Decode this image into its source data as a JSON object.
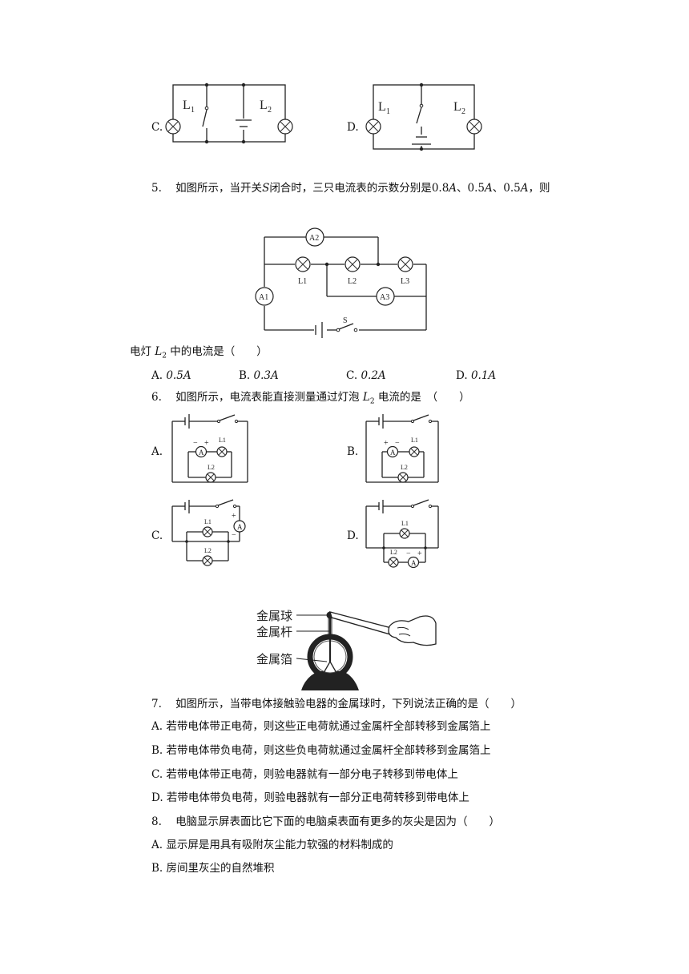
{
  "fig4": {
    "opt_c": "C.",
    "opt_d": "D.",
    "l1": "L",
    "l1_sub": "1",
    "l2": "L",
    "l2_sub": "2"
  },
  "q5": {
    "number": "5.",
    "stem_a": "如图所示，当开关",
    "s": "S",
    "stem_b": "闭合时，三只电流表的示数分别是",
    "v1": "0.8",
    "v2": "0.5",
    "v3": "0.5",
    "unit": "A",
    "sep": "、",
    "stem_c": "，则",
    "line2_a": "电灯",
    "line2_l": "L",
    "line2_sub": "2",
    "line2_b": "中的电流是（　　）",
    "fig": {
      "a1": "A1",
      "a2": "A2",
      "a3": "A3",
      "l1": "L1",
      "l2": "L2",
      "l3": "L3",
      "s": "S"
    },
    "options": [
      {
        "key": "A.",
        "val": "0.5A"
      },
      {
        "key": "B.",
        "val": "0.3A"
      },
      {
        "key": "C.",
        "val": "0.2A"
      },
      {
        "key": "D.",
        "val": "0.1A"
      }
    ]
  },
  "q6": {
    "number": "6.",
    "stem_a": "如图所示，电流表能直接测量通过灯泡",
    "l": "L",
    "sub": "2",
    "stem_b": "电流的是　（　　）",
    "opt_a": "A.",
    "opt_b": "B.",
    "opt_c": "C.",
    "opt_d": "D.",
    "meter": "A",
    "plus": "+",
    "minus": "−",
    "lamp1": "L1",
    "lamp2": "L2"
  },
  "electroscope": {
    "ball": "金属球",
    "rod": "金属杆",
    "foil": "金属箔"
  },
  "q7": {
    "number": "7.",
    "stem": "如图所示，当带电体接触验电器的金属球时，下列说法正确的是（　　）",
    "options": [
      "A. 若带电体带正电荷，则这些正电荷就通过金属杆全部转移到金属箔上",
      "B. 若带电体带负电荷，则这些负电荷就通过金属杆全部转移到金属箔上",
      "C. 若带电体带正电荷，则验电器就有一部分电子转移到带电体上",
      "D. 若带电体带负电荷，则验电器就有一部分正电荷转移到带电体上"
    ]
  },
  "q8": {
    "number": "8.",
    "stem": "电脑显示屏表面比它下面的电脑桌表面有更多的灰尖是因为（　　）",
    "options": [
      "A. 显示屏是用具有吸附灰尘能力软强的材料制成的",
      "B. 房间里灰尘的自然堆积"
    ]
  }
}
